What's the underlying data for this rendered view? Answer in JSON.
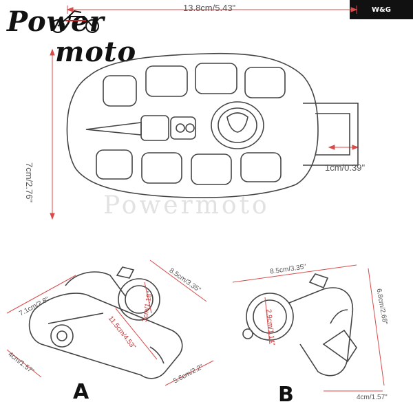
{
  "brand": {
    "line1": "Power",
    "line2": "moto",
    "corner_label": "W&G"
  },
  "watermark": "Powermoto",
  "top_view": {
    "length": "13.8cm/5.43\"",
    "width": "7cm/2.76\"",
    "peg": "1cm/0.39\""
  },
  "clamp_a": {
    "label": "A",
    "dims": {
      "a1": "7.1cm/2.8\"",
      "a2": "8.5cm/3.35\"",
      "a3": "3cm/1.18\"",
      "a4": "11.5cm/4.53\"",
      "a5": "4cm/1.57\"",
      "a6": "5.6cm/2.2\""
    }
  },
  "clamp_b": {
    "label": "B",
    "dims": {
      "b1": "8.5cm/3.35\"",
      "b2": "6.8cm/2.68\"",
      "b3": "2.9cm/1.14\"",
      "b4": "4cm/1.57\""
    }
  },
  "colors": {
    "dimension_line": "#d94a4a",
    "sketch": "#444444"
  }
}
